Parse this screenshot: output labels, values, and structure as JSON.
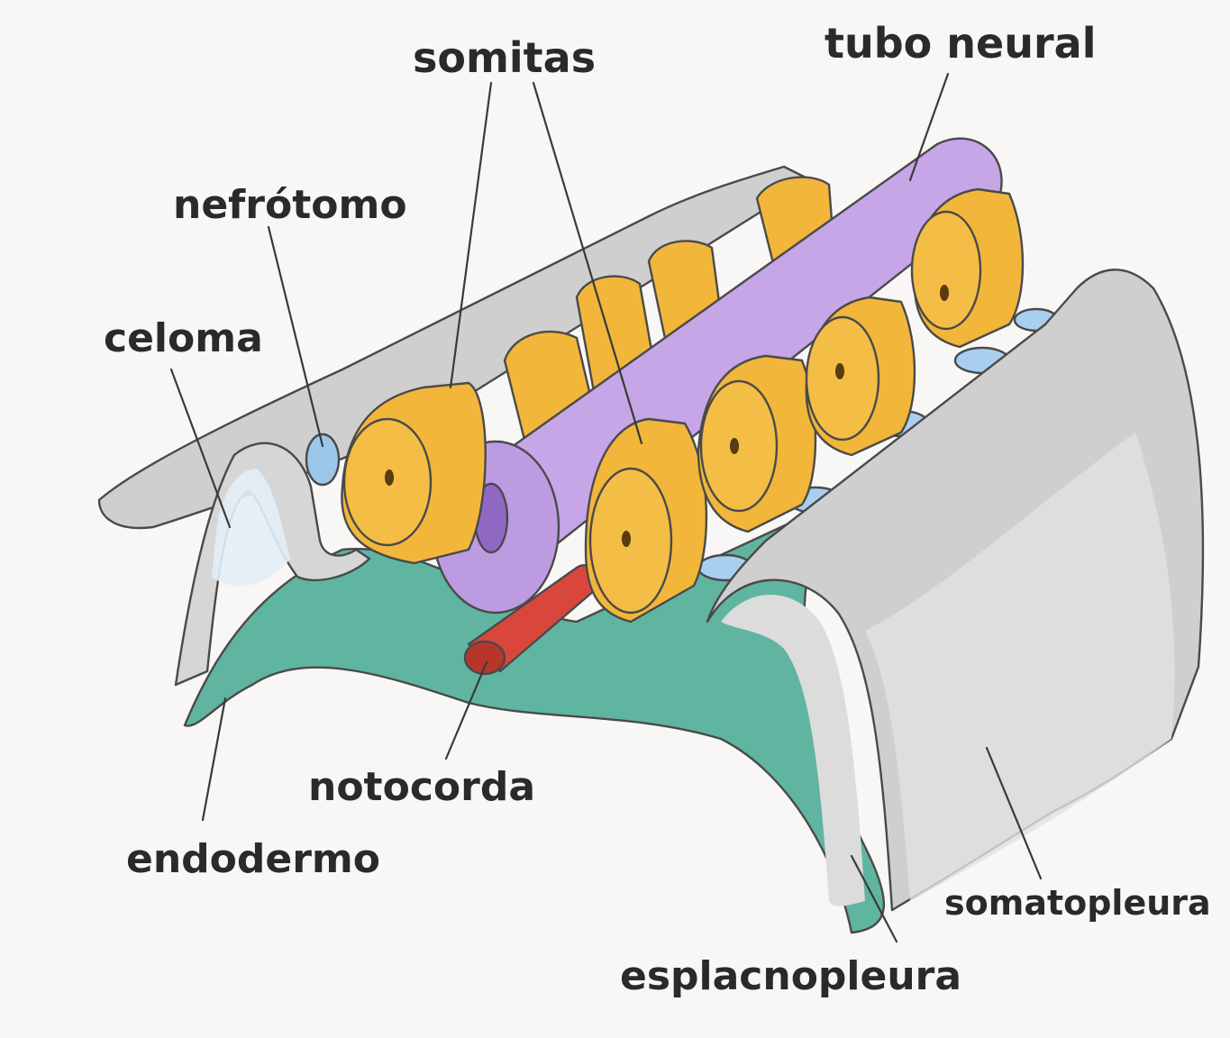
{
  "diagram": {
    "labels": {
      "somitas": "somitas",
      "tubo_neural": "tubo neural",
      "nefrotomo": "nefrótomo",
      "celoma": "celoma",
      "notocorda": "notocorda",
      "endodermo": "endodermo",
      "somatopleura": "somatopleura",
      "esplacnopleura": "esplacnopleura"
    },
    "colors": {
      "somite": "#f2b63a",
      "somite_dark": "#d9951f",
      "neural_tube": "#c6a6e6",
      "neural_tube_dark": "#8f68c4",
      "notochord": "#d9473c",
      "endoderm": "#5fb5a0",
      "endoderm_dark": "#2f8a76",
      "mesoderm_gray": "#c9c9c9",
      "mesoderm_gray_dark": "#9c9c9c",
      "nephrotome_blue": "#9cc7ea",
      "background": "#f8f7f5"
    }
  }
}
